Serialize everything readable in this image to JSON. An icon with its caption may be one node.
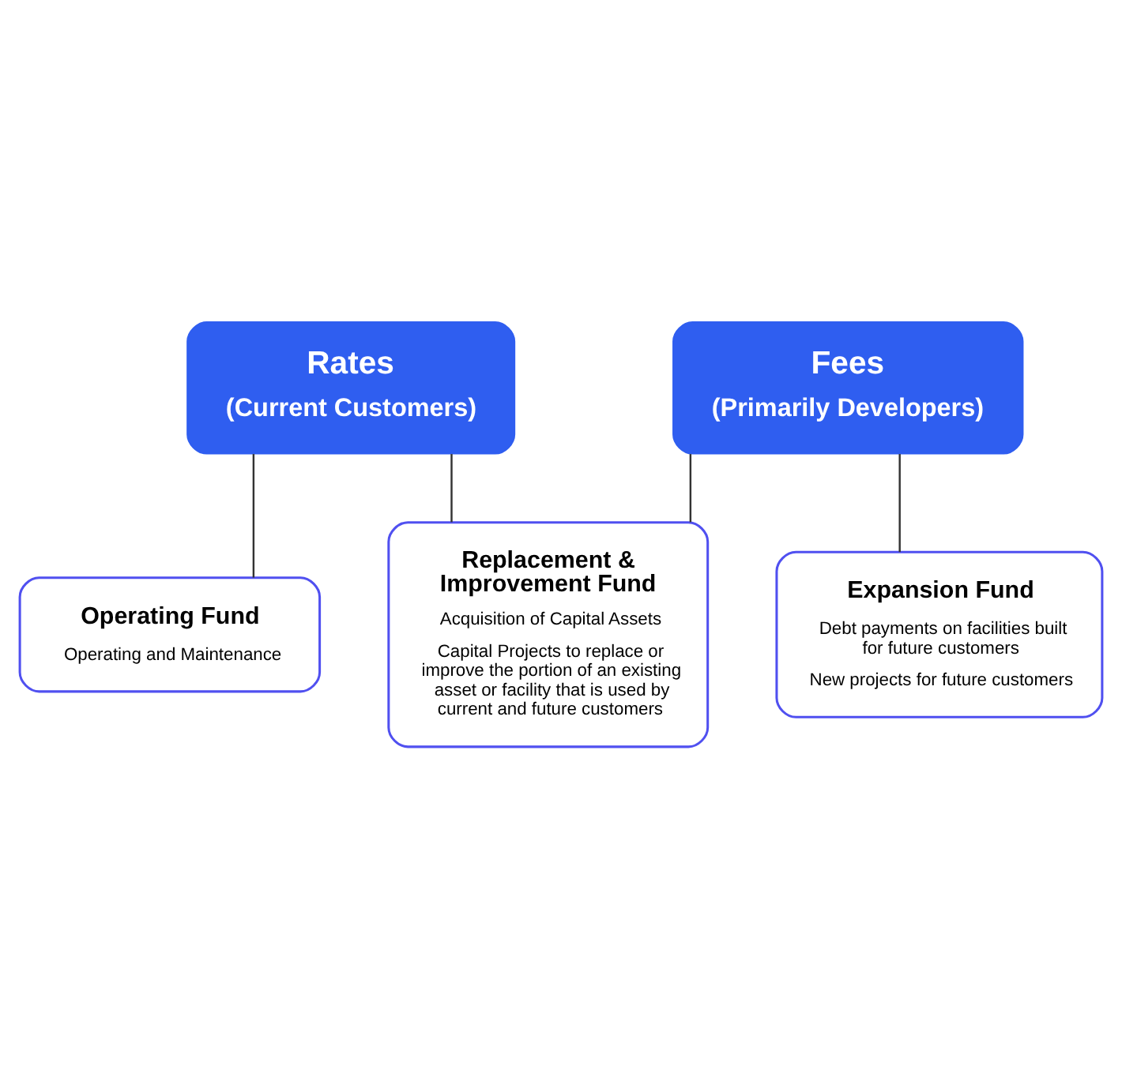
{
  "diagram": {
    "nodes": [
      {
        "text": [
          "Rates",
          "(Current Customers)"
        ]
      },
      {
        "text": [
          "Fees",
          "(Primarily Developers)"
        ]
      },
      {
        "text": [
          "Operating Fund",
          "Operating and Maintenance"
        ]
      },
      {
        "text": [
          "Expansion Fund",
          "Debt payments on facilities built for future customers",
          "New projects for future customers"
        ]
      },
      {
        "text": [
          "Replacement & Improvement Fund",
          "Acquisition of Capital Assets",
          "Capital Projects to replace or improve the portion of an existing asset or facility that is used by current and future customers"
        ]
      }
    ],
    "edges": [
      {
        "from": 0,
        "to": 2,
        "arrow": "none"
      },
      {
        "from": 1,
        "to": 3,
        "arrow": "none"
      },
      {
        "from": 0,
        "to": 4,
        "arrow": "none"
      },
      {
        "from": 1,
        "to": 4,
        "arrow": "none"
      }
    ]
  }
}
